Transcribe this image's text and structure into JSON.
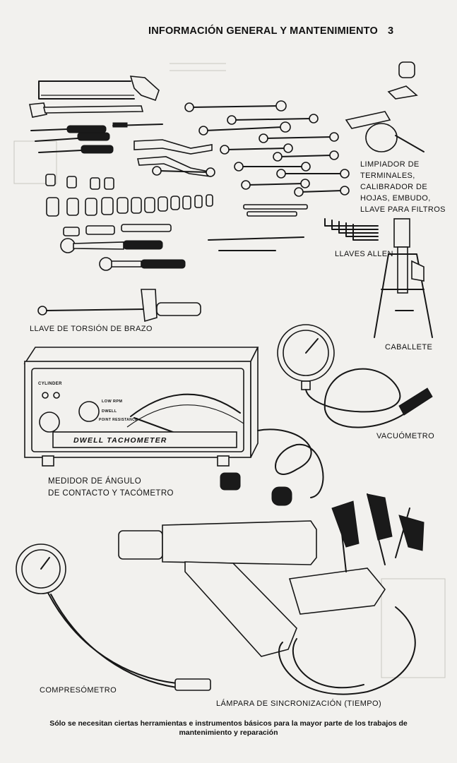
{
  "header": {
    "title": "INFORMACIÓN GENERAL Y MANTENIMIENTO",
    "page_number": "3"
  },
  "labels": {
    "filters": [
      "LIMPIADOR DE",
      "TERMINALES,",
      "CALIBRADOR DE",
      "HOJAS, EMBUDO,",
      "LLAVE PARA FILTROS"
    ],
    "allen": "LLAVES ALLEN",
    "torque": "LLAVE DE TORSIÓN DE BRAZO",
    "stand": "CABALLETE",
    "vacuum": "VACUÓMETRO",
    "dwell": [
      "MEDIDOR DE ÁNGULO",
      "DE CONTACTO Y TACÓMETRO"
    ],
    "compression": "COMPRESÓMETRO",
    "timing": "LÁMPARA DE SINCRONIZACIÓN (TIEMPO)"
  },
  "device_text": {
    "dwell_tachometer": "DWELL TACHOMETER",
    "cylinder": "CYLINDER",
    "low_rpm": "LOW RPM",
    "dwell": "DWELL",
    "point_resistance": "POINT RESISTANCE"
  },
  "caption": [
    "Sólo se necesitan ciertas herramientas e instrumentos básicos para la mayor parte de los trabajos de",
    "mantenimiento y reparación"
  ]
}
